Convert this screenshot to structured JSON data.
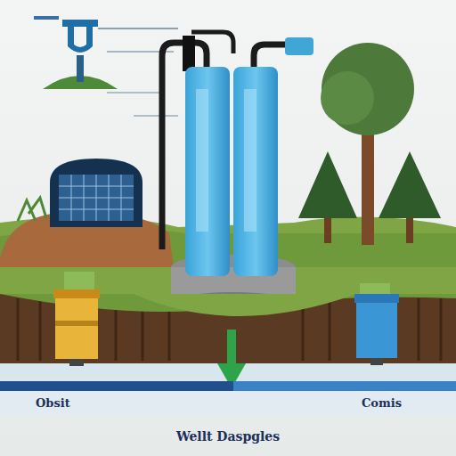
{
  "diagram": {
    "caption": "Wellt Daspgles",
    "nodes": [
      {
        "text": [
          "Obsit"
        ]
      },
      {
        "text": [
          "Comis"
        ]
      }
    ]
  }
}
